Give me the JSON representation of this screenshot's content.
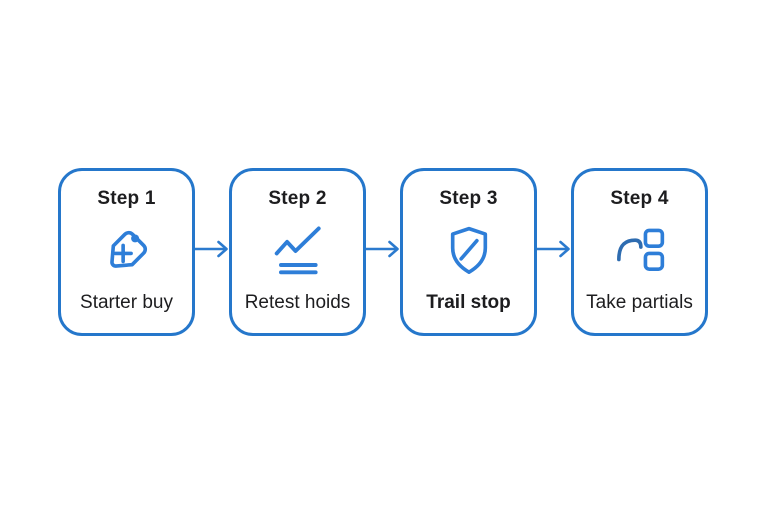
{
  "diagram": {
    "type": "horizontal-step-flow",
    "steps": [
      {
        "title": "Step 1",
        "label": "Starter buy",
        "icon": "tag-plus-icon"
      },
      {
        "title": "Step 2",
        "label": "Retest hoids",
        "icon": "trend-line-icon"
      },
      {
        "title": "Step 3",
        "label": "Trail stop",
        "icon": "shield-slash-icon"
      },
      {
        "title": "Step 4",
        "label": "Take partials",
        "icon": "flow-blocks-icon"
      }
    ],
    "connector": "right-arrow",
    "colors": {
      "background": "#ffffff",
      "card_border": "#2577cb",
      "icon_stroke": "#2e7ed8",
      "icon_stroke_dark": "#2e6cb0",
      "arrow": "#2b7ace",
      "text": "#1d1d1f"
    }
  }
}
